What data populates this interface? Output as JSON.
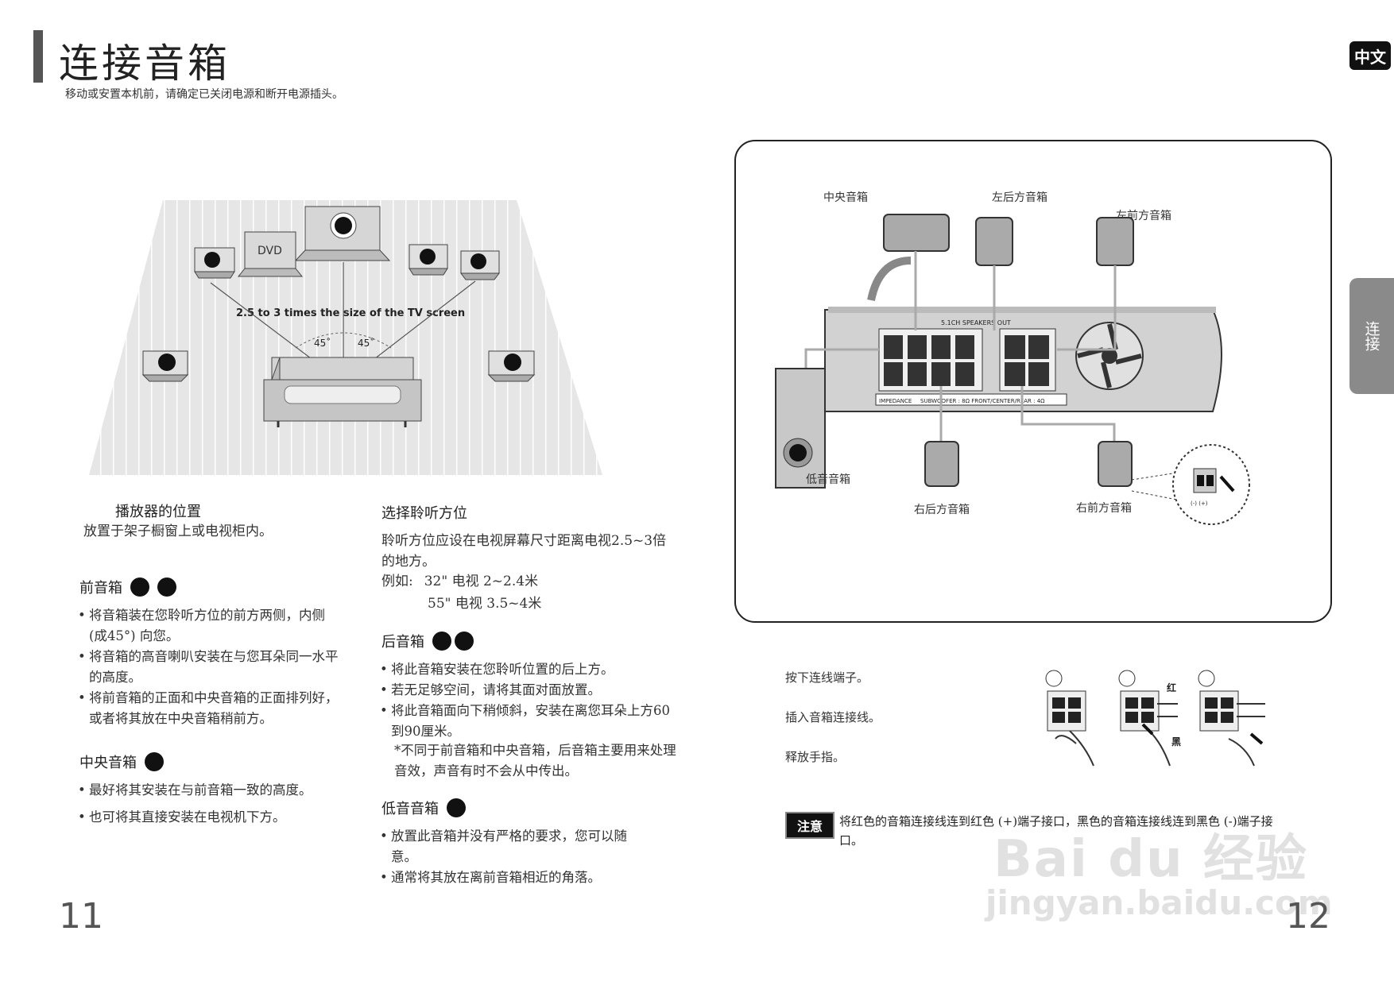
{
  "header": {
    "title": "连接音箱",
    "subtitle": "移动或安置本机前，请确定已关闭电源和断开电源插头。",
    "lang_badge": "中文",
    "side_tab": "连接"
  },
  "left_diagram": {
    "dvd_label": "DVD",
    "distance_text": "2.5 to 3 times the size of the TV screen",
    "angle_left": "45˚",
    "angle_right": "45˚"
  },
  "player_position": {
    "title": "播放器的位置",
    "text": "放置于架子橱窗上或电视柜内。"
  },
  "front_speakers": {
    "title": "前音箱",
    "bullets": [
      "将音箱装在您聆听方位的前方两侧，内侧(成45°) 向您。",
      "将音箱的高音喇叭安装在与您耳朵同一水平的高度。",
      "将前音箱的正面和中央音箱的正面排列好，或者将其放在中央音箱稍前方。"
    ]
  },
  "center_speaker": {
    "title": "中央音箱",
    "bullets": [
      "最好将其安装在与前音箱一致的高度。",
      "也可将其直接安装在电视机下方。"
    ]
  },
  "listening_position": {
    "title": "选择聆听方位",
    "text": "聆听方位应设在电视屏幕尺寸距离电视2.5~3倍的地方。",
    "example_label": "例如:",
    "examples": [
      "32\" 电视 2~2.4米",
      "55\" 电视 3.5~4米"
    ]
  },
  "rear_speakers": {
    "title": "后音箱",
    "bullets": [
      "将此音箱安装在您聆听位置的后上方。",
      "若无足够空间，请将其面对面放置。",
      "将此音箱面向下稍倾斜，安装在离您耳朵上方60到90厘米。"
    ],
    "star_note": "*不同于前音箱和中央音箱，后音箱主要用来处理音效，声音有时不会从中传出。"
  },
  "subwoofer": {
    "title": "低音音箱",
    "bullets": [
      "放置此音箱并没有严格的要求，您可以随意。",
      "通常将其放在离前音箱相近的角落。"
    ]
  },
  "wiring_diagram": {
    "center": "中央音箱",
    "rear_left": "左后方音箱",
    "front_left": "左前方音箱",
    "subwoofer": "低音音箱",
    "rear_right": "右后方音箱",
    "front_right": "右前方音箱",
    "panel_title": "5.1CH SPEAKERS OUT",
    "impedance": "IMPEDANCE",
    "impedance_text": "SUBWOOFER : 8Ω   FRONT/CENTER/REAR : 4Ω",
    "polarity": "(-)  (+)"
  },
  "steps": {
    "step1": "按下连线端子。",
    "step2": "插入音箱连接线。",
    "step3": "释放手指。",
    "red_label": "红",
    "black_label": "黑"
  },
  "note": {
    "badge": "注意",
    "text": "将红色的音箱连接线连到红色 (+)端子接口，黑色的音箱连接线连到黑色 (-)端子接口。"
  },
  "page_numbers": {
    "left": "11",
    "right": "12"
  },
  "watermark": {
    "brand": "Bai du 经验",
    "url": "jingyan.baidu.com"
  }
}
